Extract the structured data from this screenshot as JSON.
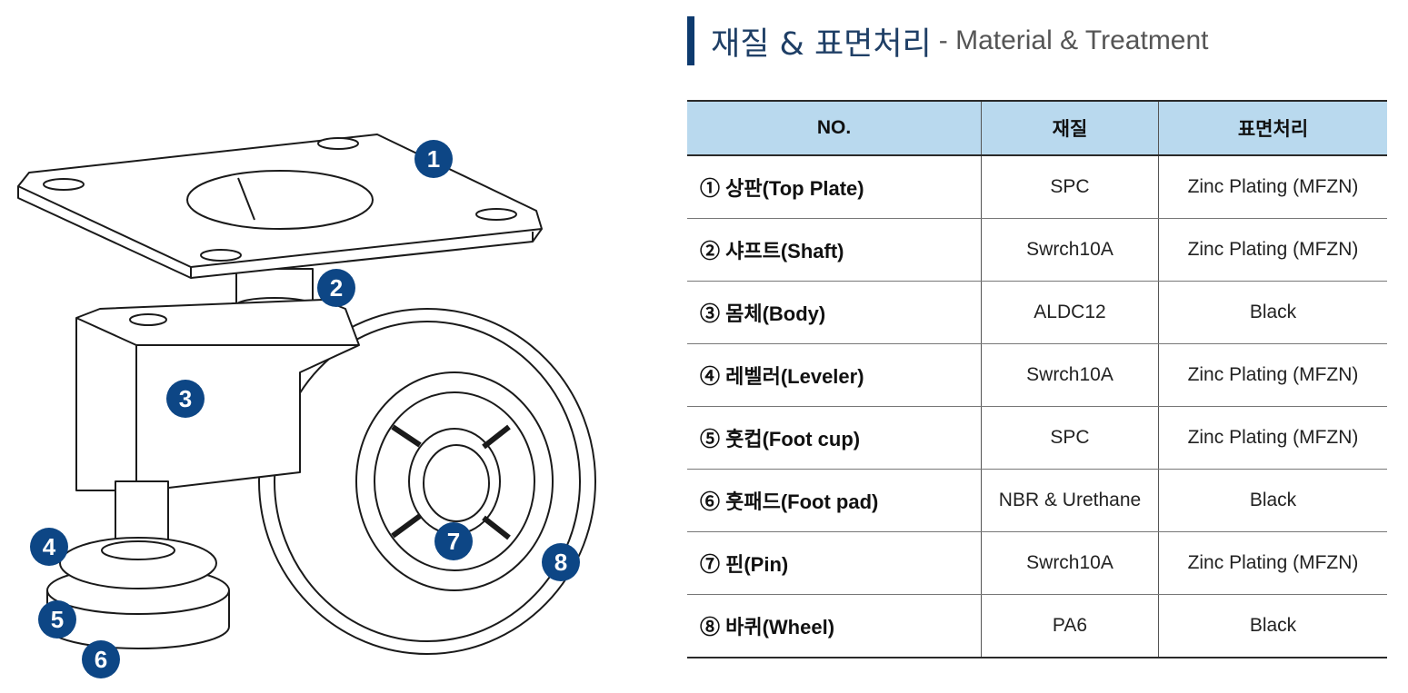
{
  "heading": {
    "korean": "재질 & 표면처리",
    "english": "- Material & Treatment"
  },
  "table": {
    "headers": [
      "NO.",
      "재질",
      "표면처리"
    ],
    "rows": [
      {
        "name": "① 상판(Top Plate)",
        "material": "SPC",
        "treatment": "Zinc Plating (MFZN)"
      },
      {
        "name": "② 샤프트(Shaft)",
        "material": "Swrch10A",
        "treatment": "Zinc Plating (MFZN)"
      },
      {
        "name": "③ 몸체(Body)",
        "material": "ALDC12",
        "treatment": "Black"
      },
      {
        "name": "④ 레벨러(Leveler)",
        "material": "Swrch10A",
        "treatment": "Zinc Plating (MFZN)"
      },
      {
        "name": "⑤ 훗컵(Foot cup)",
        "material": "SPC",
        "treatment": "Zinc Plating (MFZN)"
      },
      {
        "name": "⑥ 훗패드(Foot pad)",
        "material": "NBR & Urethane",
        "treatment": "Black"
      },
      {
        "name": "⑦ 핀(Pin)",
        "material": "Swrch10A",
        "treatment": "Zinc Plating (MFZN)"
      },
      {
        "name": "⑧ 바퀴(Wheel)",
        "material": "PA6",
        "treatment": "Black"
      }
    ]
  },
  "callouts": [
    "1",
    "2",
    "3",
    "4",
    "5",
    "6",
    "7",
    "8"
  ],
  "colors": {
    "callout": "#0d4685",
    "header_fill": "#b9d9ee",
    "heading_bar": "#0d3a6e"
  }
}
